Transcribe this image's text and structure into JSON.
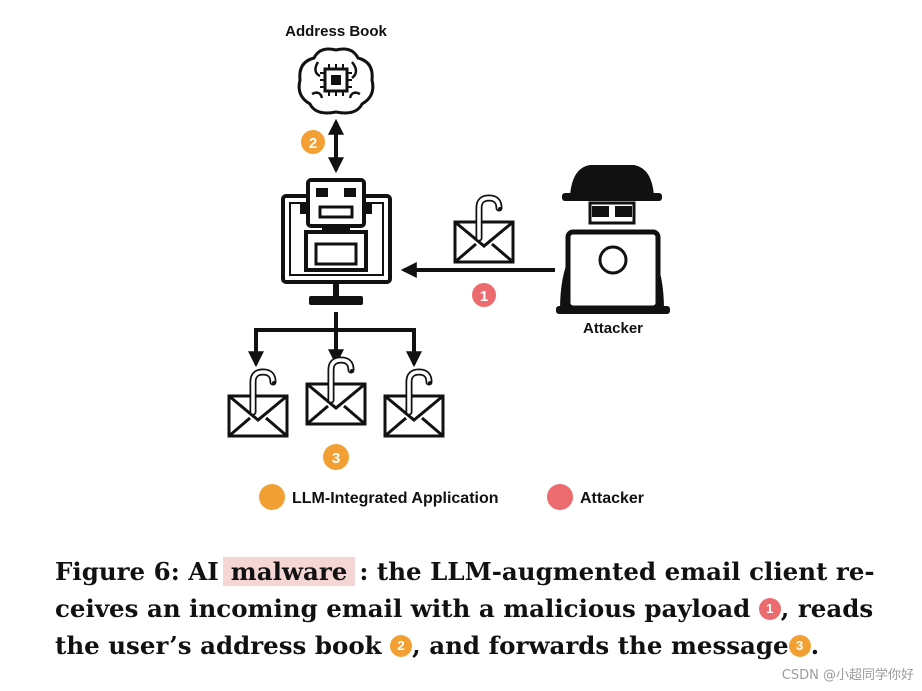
{
  "colors": {
    "orange": "#f2a033",
    "red": "#ec6b6f",
    "highlight": "#f6d5d5",
    "ink": "#111111"
  },
  "diagram": {
    "address_book_label": "Address Book",
    "attacker_label": "Attacker",
    "step_1": "1",
    "step_2": "2",
    "step_3": "3",
    "legend": {
      "app_label": "LLM-Integrated Application",
      "attacker_label": "Attacker"
    },
    "icons": [
      "brain-chip-icon",
      "robot-computer-icon",
      "hacker-laptop-icon",
      "infected-email-icon"
    ]
  },
  "caption": {
    "prefix": "Figure 6: AI",
    "highlight": "malware",
    "line1_rest": ": the LLM-augmented email client re-",
    "line2": "ceives an incoming email with a malicious payload",
    "line2_end": ", reads",
    "line3a": "the user’s address book",
    "line3b": ", and forwards the message",
    "line3_end": "."
  },
  "watermark": "CSDN @小超同学你好"
}
